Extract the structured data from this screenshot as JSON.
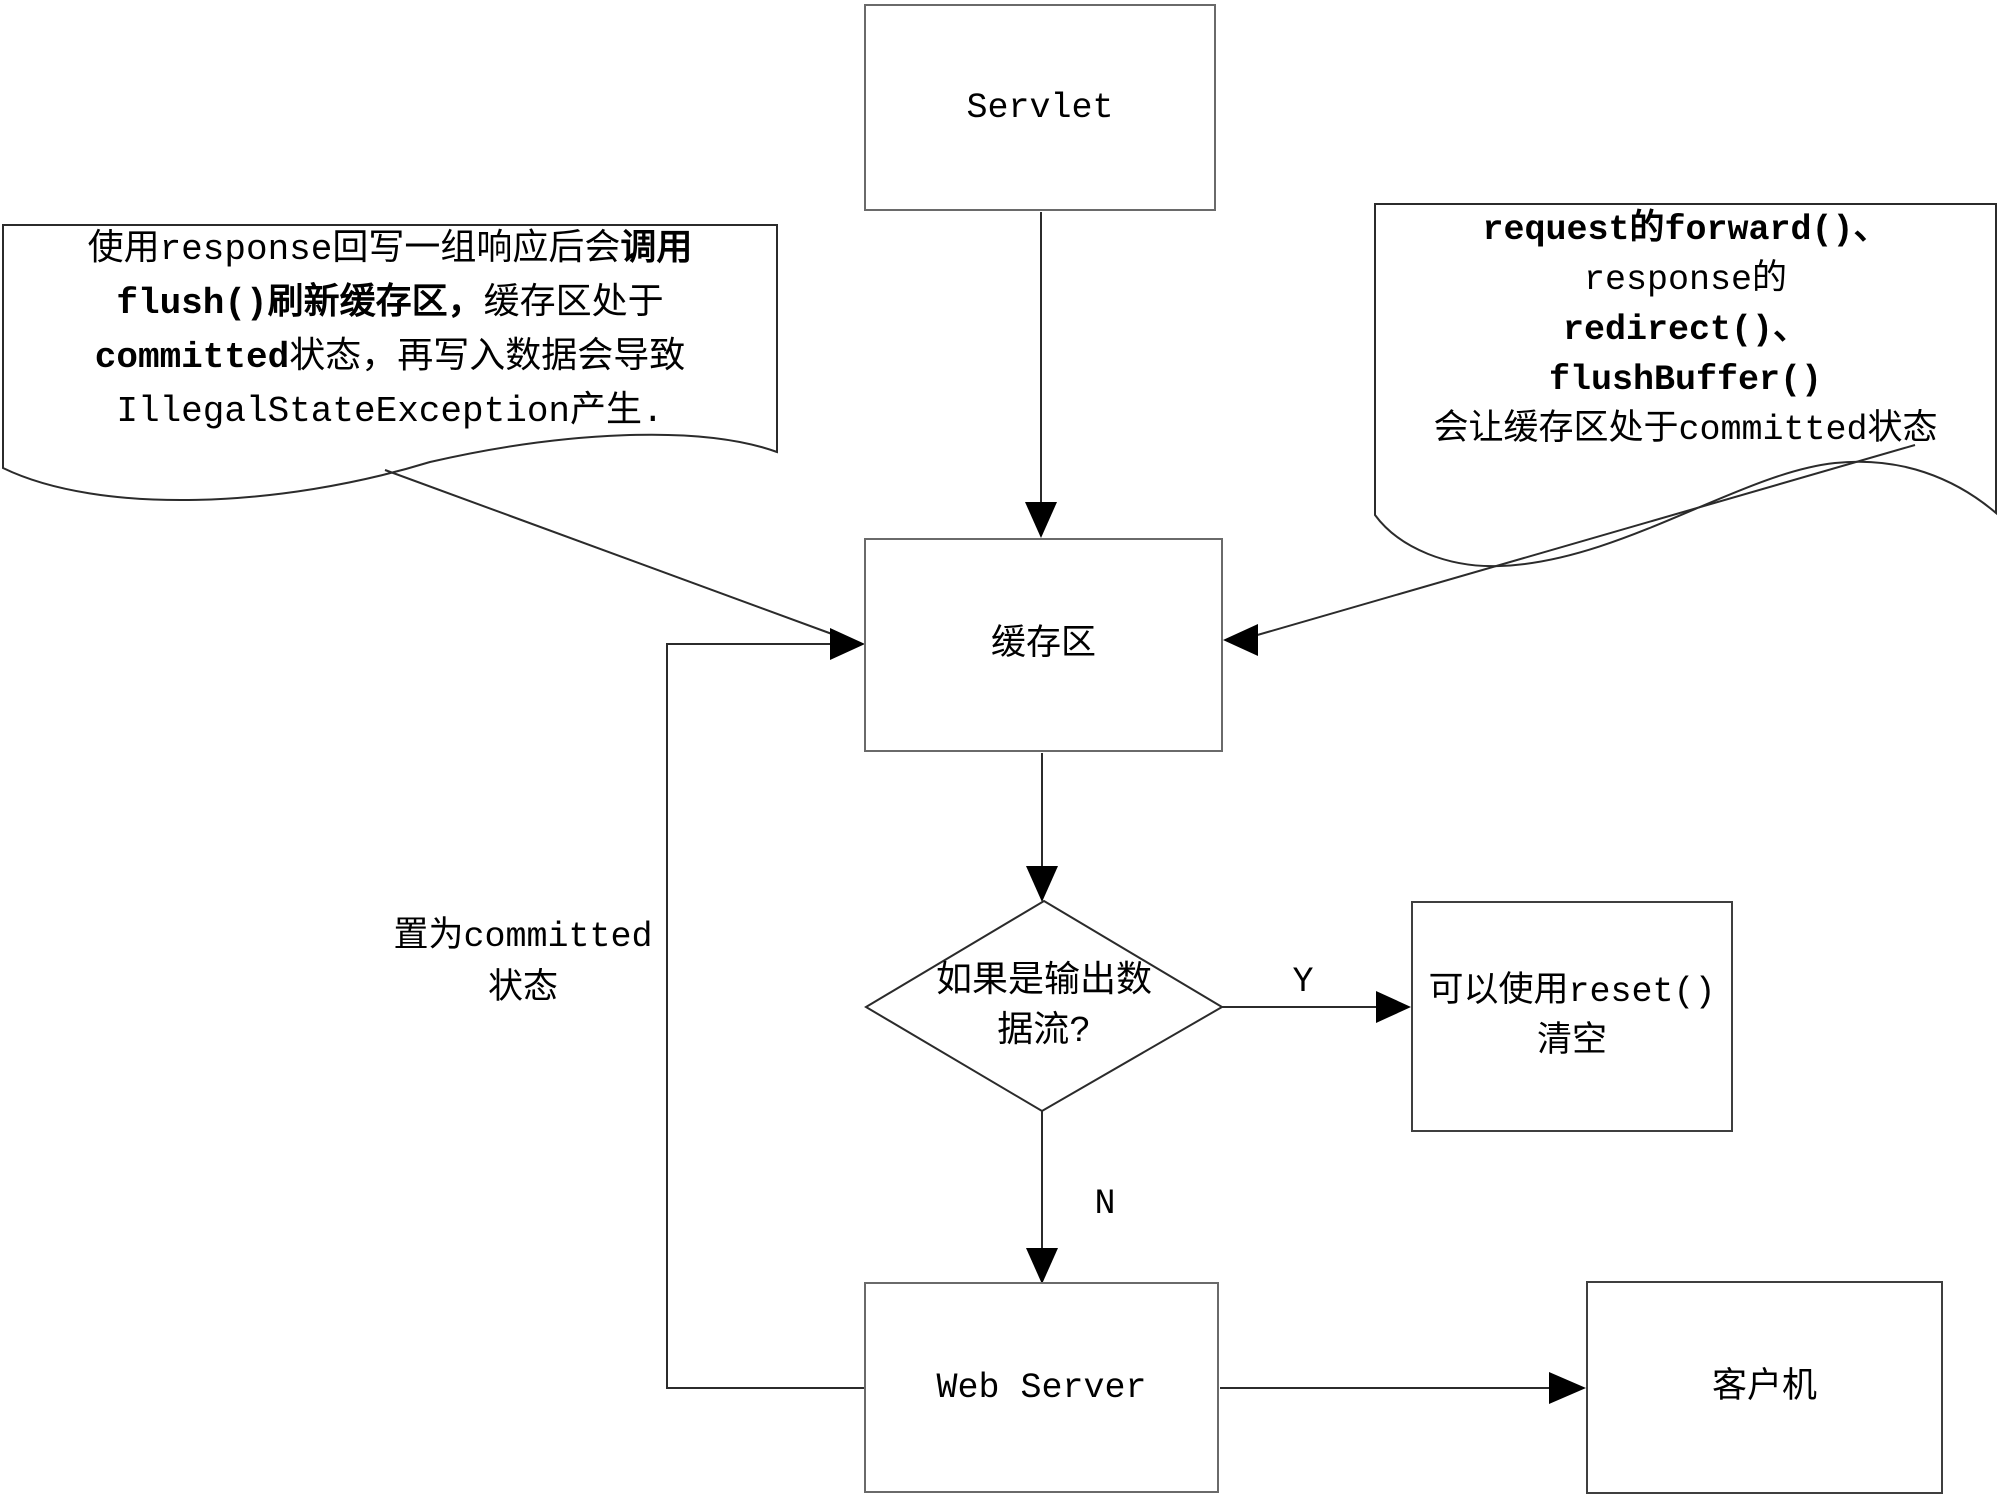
{
  "diagram": {
    "nodes": {
      "servlet": "Servlet",
      "buffer": "缓存区",
      "decision_line1": "如果是输出数",
      "decision_line2": "据流?",
      "reset_line1": "可以使用reset()",
      "reset_line2": "清空",
      "webserver": "Web Server",
      "client": "客户机"
    },
    "labels": {
      "yes": "Y",
      "no": "N",
      "loop_line1": "置为committed",
      "loop_line2": "状态"
    },
    "callout_left": {
      "l1a": "使用response回写一组响应后会",
      "l1b": "调用",
      "l2a": "flush()刷新缓存区，",
      "l2b": "缓存区处于",
      "l3a": "committed",
      "l3b": "状态，再写入数据会导致",
      "l4": "IllegalStateException产生."
    },
    "callout_right": {
      "l1": "request的forward()、",
      "l2": "response的",
      "l3": "redirect()、",
      "l4": "flushBuffer()",
      "l5": "会让缓存区处于committed状态"
    },
    "colors": {
      "background": "#ffffff",
      "box_border": "#6a6a6a",
      "line": "#2b2b2b",
      "arrowhead": "#000000",
      "text": "#000000"
    }
  }
}
